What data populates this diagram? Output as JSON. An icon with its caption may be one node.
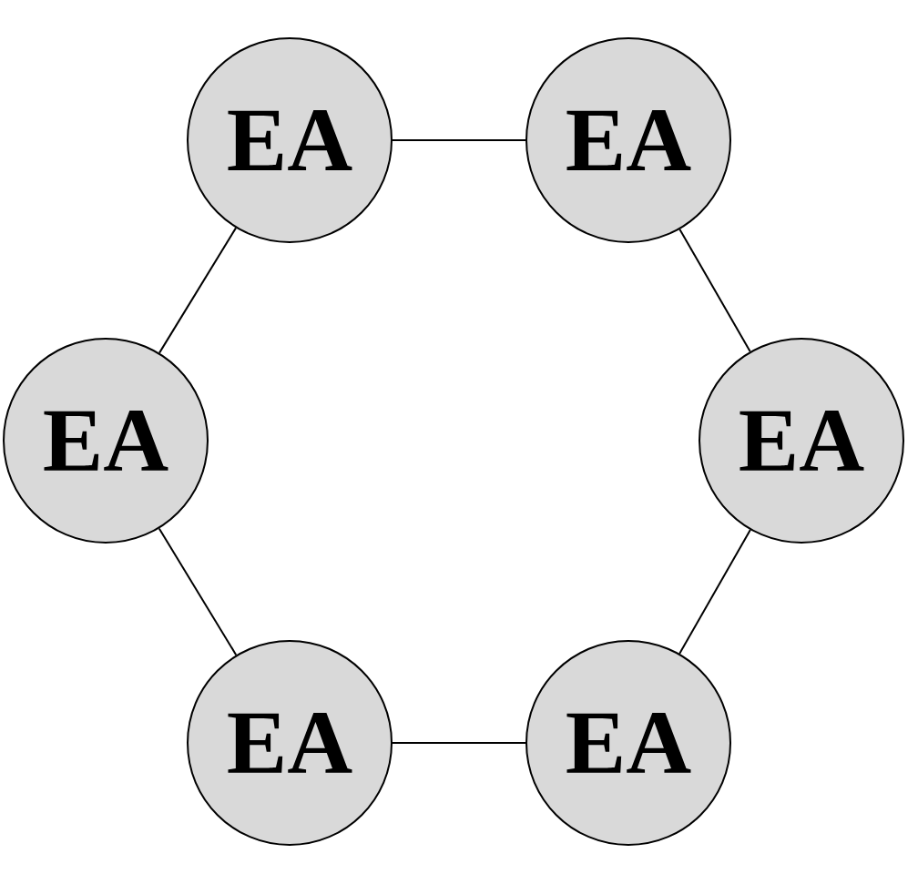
{
  "diagram": {
    "nodes": [
      {
        "text": [
          "EA"
        ]
      },
      {
        "text": [
          "EA"
        ]
      },
      {
        "text": [
          "EA"
        ]
      },
      {
        "text": [
          "EA"
        ]
      },
      {
        "text": [
          "EA"
        ]
      },
      {
        "text": [
          "EA"
        ]
      }
    ],
    "edges": [
      {
        "from": 0,
        "to": 1,
        "arrow": "none"
      },
      {
        "from": 1,
        "to": 3,
        "arrow": "none"
      },
      {
        "from": 3,
        "to": 5,
        "arrow": "none"
      },
      {
        "from": 5,
        "to": 4,
        "arrow": "none"
      },
      {
        "from": 4,
        "to": 2,
        "arrow": "none"
      },
      {
        "from": 2,
        "to": 0,
        "arrow": "none"
      }
    ]
  }
}
